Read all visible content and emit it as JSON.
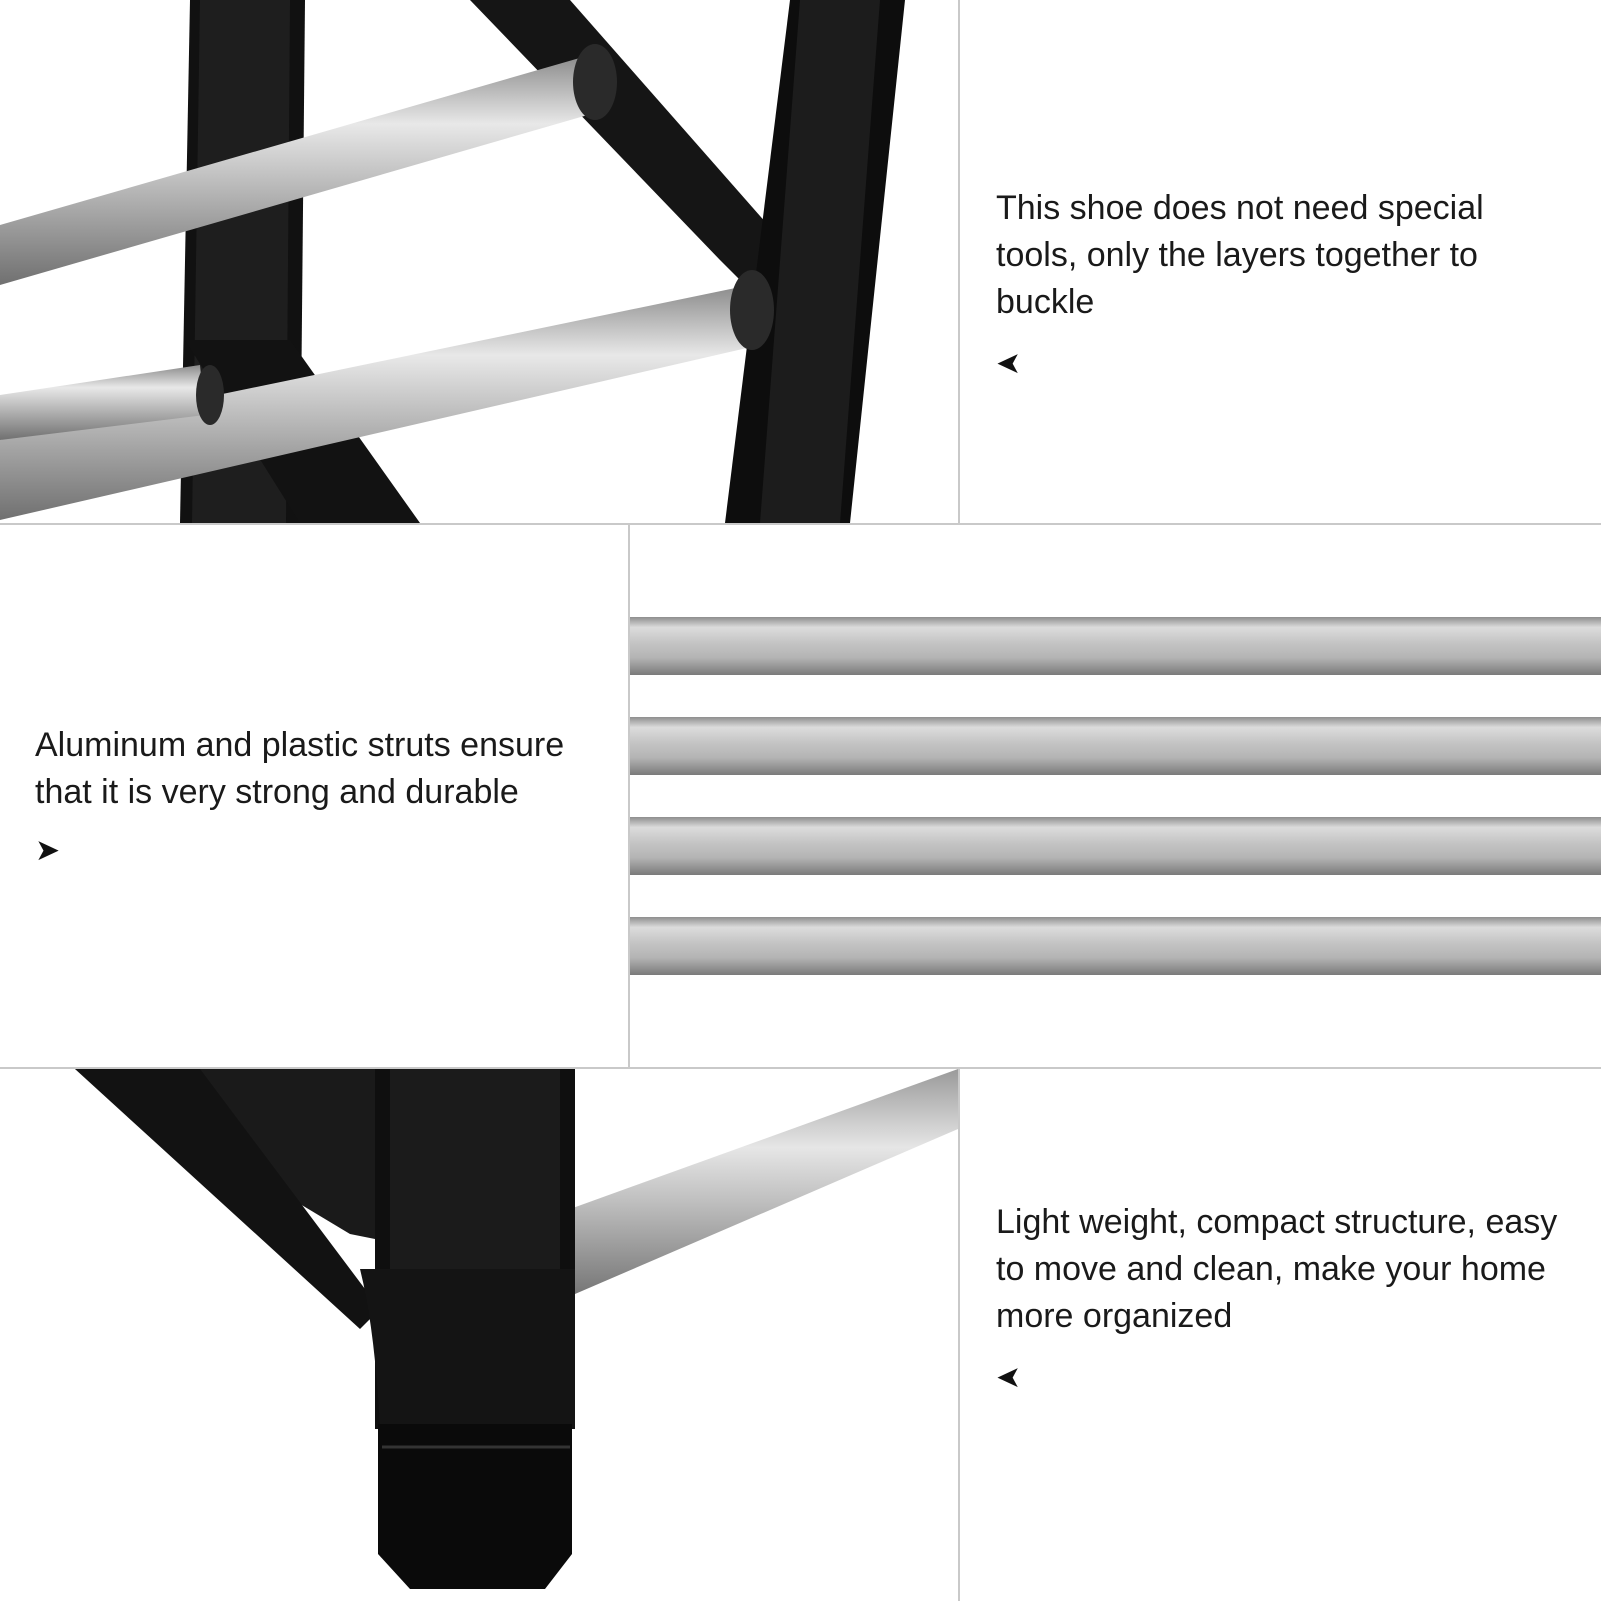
{
  "panels": {
    "top": {
      "caption": "This shoe does not need special tools, only the layers together to buckle",
      "arrow_icon": "arrow-left-icon",
      "arrow_glyph": "➤"
    },
    "middle": {
      "caption": "Aluminum and plastic struts ensure that it is very strong and durable",
      "arrow_icon": "arrow-right-icon",
      "arrow_glyph": "➤"
    },
    "bottom": {
      "caption": "Light weight, compact structure, easy to move and clean, make your home more organized",
      "arrow_icon": "arrow-left-icon",
      "arrow_glyph": "➤"
    }
  },
  "colors": {
    "frame": "#0d0d0d",
    "tube": "#bfbfbf",
    "divider": "#c9c9c9",
    "background": "#ffffff"
  }
}
